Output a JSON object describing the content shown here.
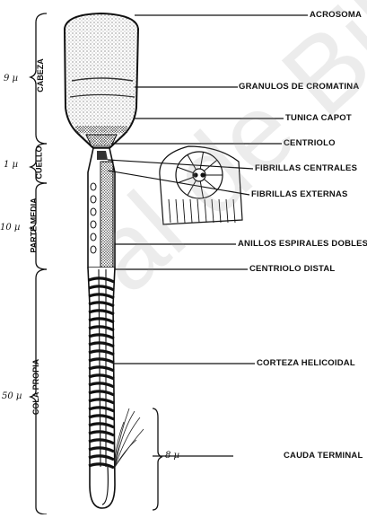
{
  "labels": {
    "acrosoma": "ACROSOMA",
    "granulos": "GRANULOS DE CROMATINA",
    "tunica": "TUNICA CAPOT",
    "centriolo": "CENTRIOLO",
    "fibrillas_centrales": "FIBRILLAS CENTRALES",
    "fibrillas_externas": "FIBRILLAS EXTERNAS",
    "anillos": "ANILLOS ESPIRALES DOBLES",
    "centriolo_distal": "CENTRIOLO DISTAL",
    "corteza": "CORTEZA HELICOIDAL",
    "cauda": "CAUDA TERMINAL"
  },
  "sections": {
    "cabeza": "CABEZA",
    "cuello": "CUELLO",
    "parte_media": "PARTE MEDIA",
    "cola_propia": "COLA PROPIA"
  },
  "measurements": {
    "cabeza": "9 µ",
    "cuello": "1 µ",
    "parte_media": "10 µ",
    "cola": "50 µ",
    "cauda": "8 µ"
  },
  "watermark": "al de Bibliote",
  "colors": {
    "ink": "#111111",
    "stipple": "#555555",
    "watermark": "#969696"
  }
}
